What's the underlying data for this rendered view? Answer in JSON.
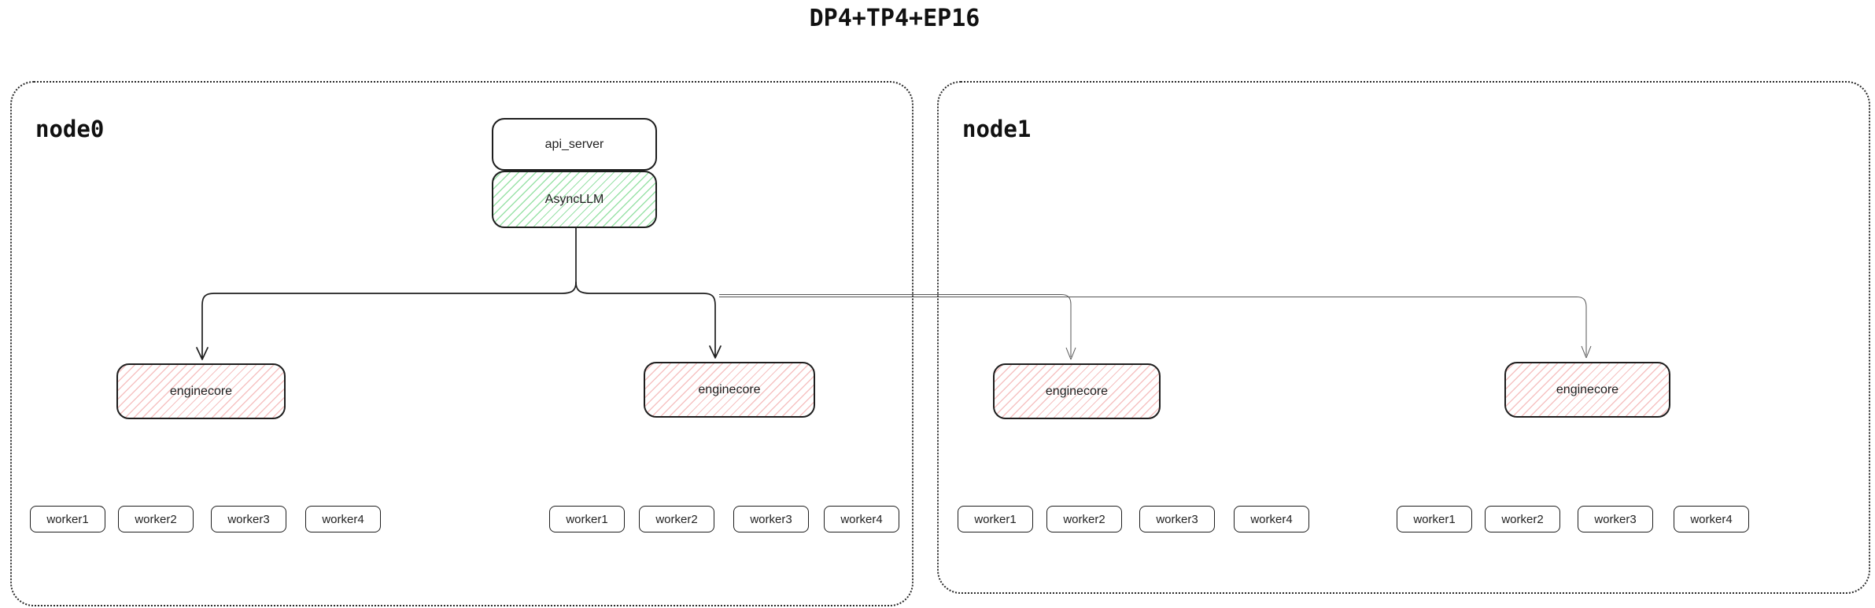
{
  "title": "DP4+TP4+EP16",
  "colors": {
    "stroke": "#1e1e1e",
    "thin_stroke": "#555555",
    "green_hatch": "#9ae2a8",
    "red_hatch": "#f6c2c2",
    "background": "#ffffff"
  },
  "api_server": {
    "label": "api_server"
  },
  "async_llm": {
    "label": "AsyncLLM"
  },
  "nodes": [
    {
      "label": "node0",
      "groups": [
        {
          "enginecore": "enginecore",
          "workers": [
            "worker1",
            "worker2",
            "worker3",
            "worker4"
          ]
        },
        {
          "enginecore": "enginecore",
          "workers": [
            "worker1",
            "worker2",
            "worker3",
            "worker4"
          ]
        }
      ]
    },
    {
      "label": "node1",
      "groups": [
        {
          "enginecore": "enginecore",
          "workers": [
            "worker1",
            "worker2",
            "worker3",
            "worker4"
          ]
        },
        {
          "enginecore": "enginecore",
          "workers": [
            "worker1",
            "worker2",
            "worker3",
            "worker4"
          ]
        }
      ]
    }
  ]
}
